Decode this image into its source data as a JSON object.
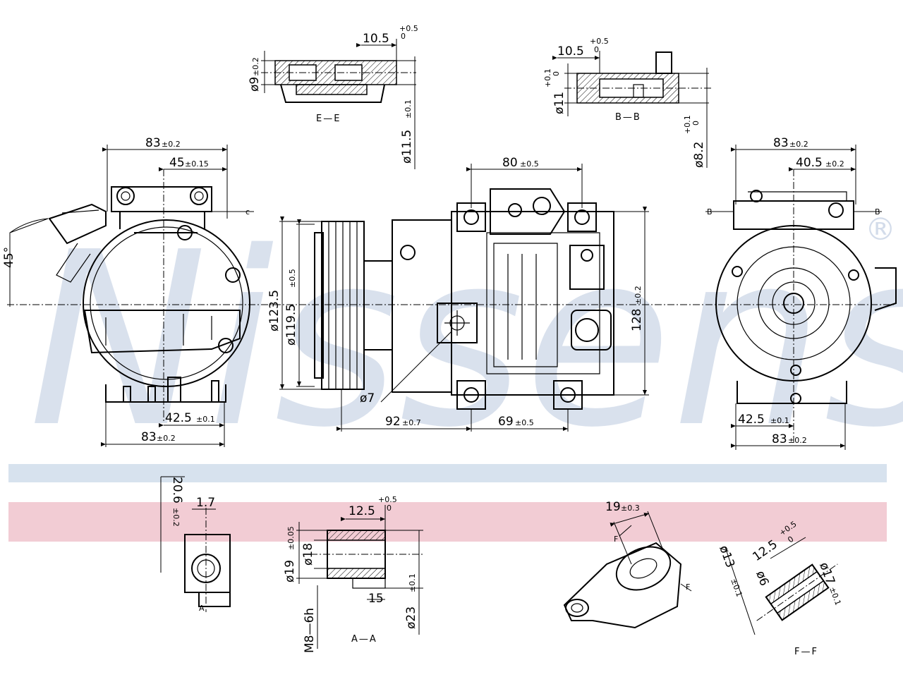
{
  "brand": {
    "watermark": "Nissens",
    "registered": "®",
    "band_blue": "#d7e2ee",
    "band_red": "#f2ccd4"
  },
  "front_view": {
    "dim_top_83": "83",
    "dim_top_83_tol": "±0.2",
    "dim_45": "45",
    "dim_45_tol": "±0.15",
    "angle": "45°",
    "dim_bottom_425": "42.5",
    "dim_bottom_425_tol": "±0.1",
    "dim_bottom_83": "83",
    "dim_bottom_83_tol": "±0.2",
    "mark_c": "c"
  },
  "section_ee": {
    "label": "E—E",
    "dim_105": "10.5",
    "tol_plus": "+0.5",
    "tol_zero": "0",
    "dim_d9": "ø9",
    "dim_d9_tol": "±0.2",
    "dim_d115": "ø11.5",
    "dim_d115_tol": "±0.1"
  },
  "section_bb": {
    "label": "B—B",
    "dim_105": "10.5",
    "tol_plus": "+0.5",
    "tol_zero": "0",
    "dim_d11": "ø11",
    "dim_d11_tol_plus": "+0.1",
    "dim_d11_tol_zero": "0",
    "dim_d82": "ø8.2",
    "dim_d82_tol_plus": "+0.1",
    "dim_d82_tol_zero": "0"
  },
  "side_view": {
    "dim_80": "80",
    "dim_80_tol": "±0.5",
    "dim_d1235": "ø123.5",
    "dim_d1195": "ø119.5",
    "dim_d1195_tol": "±0.5",
    "dim_128": "128",
    "dim_128_tol": "±0.2",
    "dim_d7": "ø7",
    "dim_92": "92",
    "dim_92_tol": "±0.7",
    "dim_69": "69",
    "dim_69_tol": "±0.5"
  },
  "rear_view": {
    "dim_top_83": "83",
    "dim_top_83_tol": "±0.2",
    "dim_405": "40.5",
    "dim_405_tol": "±0.2",
    "mark_b_left": "B",
    "mark_b_right": "B",
    "dim_425": "42.5",
    "dim_425_tol": "±0.1",
    "dim_bottom_83": "83",
    "dim_bottom_83_tol": "±0.2"
  },
  "detail_a": {
    "dim_206": "20.6",
    "dim_206_tol": "±0.2",
    "dim_17": "1.7",
    "mark_a": "A"
  },
  "section_aa": {
    "label": "A—A",
    "dim_125": "12.5",
    "tol_plus": "+0.5",
    "tol_zero": "0",
    "dim_d19": "ø19",
    "dim_d19_tol": "±0.05",
    "dim_d18": "ø18",
    "dim_15": "15",
    "dim_d23": "ø23",
    "dim_d23_tol": "±0.1",
    "thread": "M8—6h"
  },
  "detail_f": {
    "dim_19": "19",
    "dim_19_tol": "±0.3",
    "mark_f1": "F",
    "mark_f2": "F"
  },
  "section_ff": {
    "label": "F—F",
    "dim_125": "12.5",
    "tol_plus": "+0.5",
    "tol_zero": "0",
    "dim_d13": "ø13",
    "dim_d13_tol": "±0.1",
    "dim_d6": "ø6",
    "dim_d17": "ø17",
    "dim_d17_tol": "±0.1"
  }
}
